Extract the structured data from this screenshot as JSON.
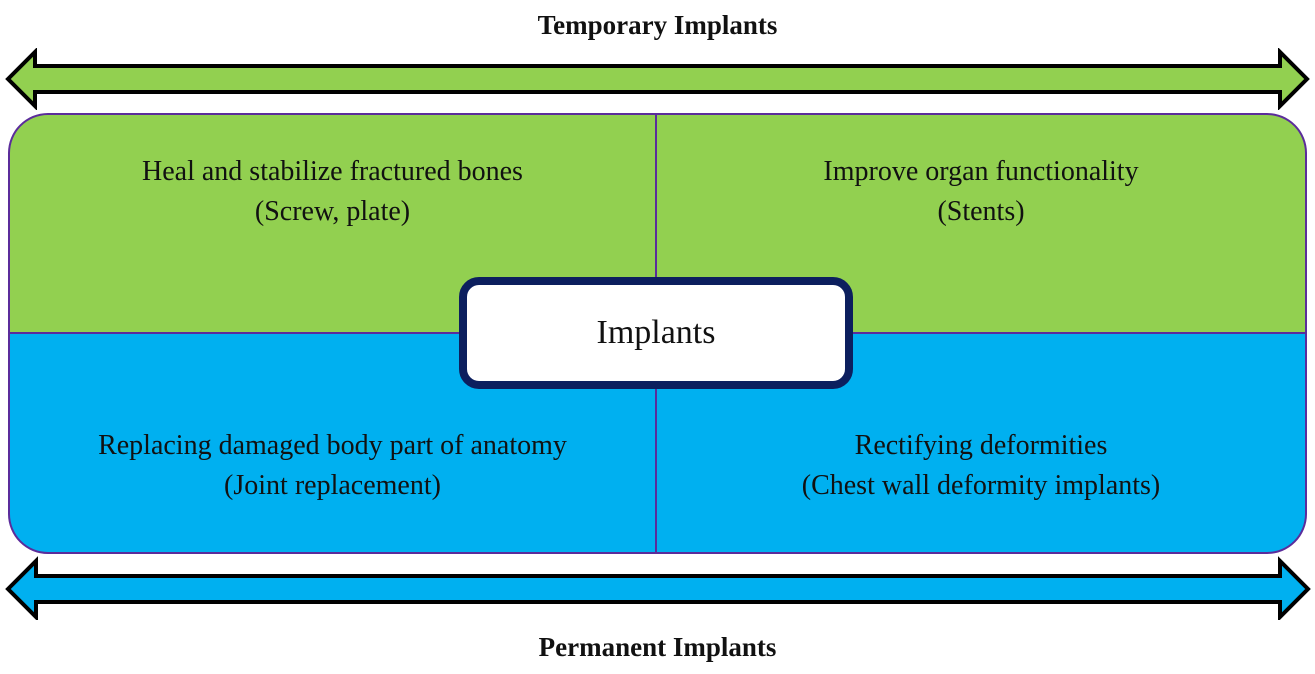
{
  "diagram": {
    "top_heading": "Temporary Implants",
    "bottom_heading": "Permanent Implants",
    "center_label": "Implants",
    "colors": {
      "temporary_green": "#92d050",
      "permanent_blue": "#00b0f0",
      "quadrant_outline": "#5b2c9b",
      "center_border": "#0c1f5e",
      "arrow_outline": "#000000"
    },
    "quadrants": {
      "top_left": {
        "line1": "Heal and stabilize fractured bones",
        "line2": "(Screw, plate)"
      },
      "top_right": {
        "line1": "Improve organ functionality",
        "line2": "(Stents)"
      },
      "bottom_left": {
        "line1": "Replacing damaged body part of anatomy",
        "line2": "(Joint replacement)"
      },
      "bottom_right": {
        "line1": "Rectifying deformities",
        "line2": "(Chest wall deformity implants)"
      }
    }
  }
}
